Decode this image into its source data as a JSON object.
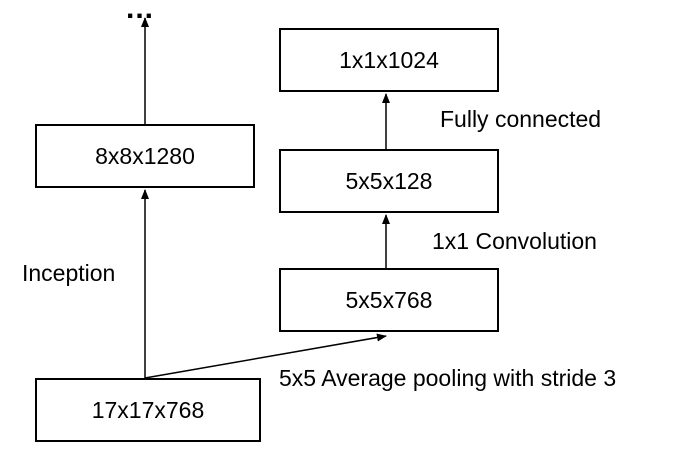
{
  "nodes": {
    "input": "17x17x768",
    "inception_out": "8x8x1280",
    "pooled": "5x5x768",
    "conv_out": "5x5x128",
    "fc_out": "1x1x1024"
  },
  "edges": {
    "inception": "Inception",
    "avg_pool": "5x5 Average pooling with stride 3",
    "conv": "1x1 Convolution",
    "fc": "Fully connected"
  },
  "continuation": "..."
}
